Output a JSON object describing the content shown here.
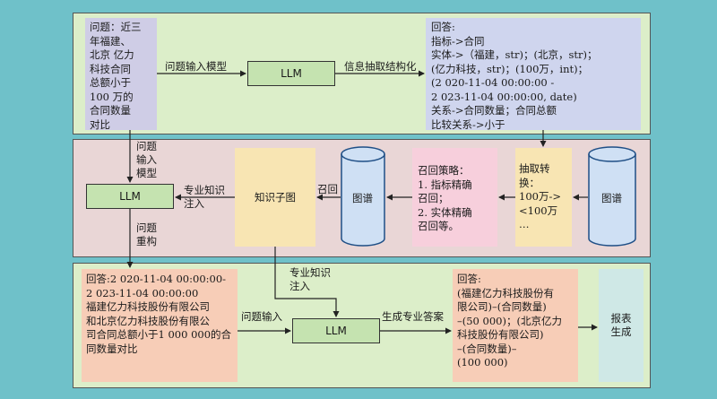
{
  "panel1": {
    "question_text": "问题：近三\n年福建、\n北京 亿力\n科技合同\n总额小于\n100 万的\n合同数量\n对比",
    "label_to_llm": "问题输入模型",
    "llm_label": "LLM",
    "label_to_answer": "信息抽取结构化",
    "answer_text": "回答:\n指标->合同\n实体->（福建，str)；(北京，str)；\n(亿力科技，str)；(100万，int)；\n(2 020-11-04 00:00:00 -\n2 023-11-04 00:00:00, date)\n关系->合同数量；合同总额\n比较关系->小于"
  },
  "panel2": {
    "label_question_input": "问题\n输入\n模型",
    "llm_label": "LLM",
    "label_knowledge_inject": "专业知识\n注入",
    "label_question_rebuild": "问题\n重构",
    "subgraph_label": "知识子图",
    "label_recall": "召回",
    "graph_left_label": "图谱",
    "recall_strategy": "召回策略：\n1. 指标精确\n召回；\n2. 实体精确\n召回等。",
    "extract_convert": "抽取转换：\n100万->\n<100万\n…",
    "graph_right_label": "图谱"
  },
  "panel3": {
    "answer_text": "回答:2 020-11-04 00:00:00-\n2 023-11-04 00:00:00\n福建亿力科技股份有限公司\n和北京亿力科技股份有限公\n司合同总额小于1 000 000的合\n同数量对比",
    "label_question_input": "问题输入",
    "label_knowledge_inject": "专业知识\n注入",
    "llm_label": "LLM",
    "label_generate_answer": "生成专业答案",
    "result_text": "回答:\n(福建亿力科技股份有\n限公司)–(合同数量)\n–(50 000)；(北京亿力\n科技股份有限公司)\n–(合同数量)–\n(100 000)",
    "report_label": "报表\n生成"
  },
  "colors": {
    "background": "#6fc1c9",
    "panel1": "#dceec9",
    "panel2": "#e9d6d6",
    "panel3": "#dceec9",
    "llm_box": "#c5e3b0",
    "question_box": "#cfcde6",
    "answer_box": "#cfd5ee",
    "subgraph_box": "#f8e5b3",
    "recall_box": "#f7cfdc",
    "extract_box": "#f8e5b3",
    "cylinder": "#cfe0f4",
    "peach_box": "#f7cdb7",
    "report_box": "#cfe8e6"
  }
}
